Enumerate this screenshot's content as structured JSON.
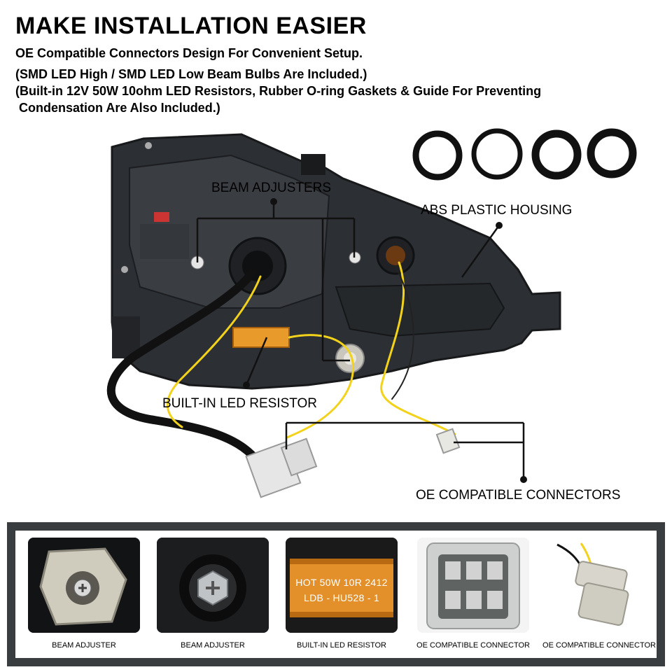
{
  "header": {
    "title": "MAKE INSTALLATION EASIER",
    "line1": "OE Compatible Connectors Design For Convenient Setup.",
    "line2": "(SMD LED High / SMD LED Low Beam Bulbs Are Included.)",
    "line3": "(Built-in 12V 50W 10ohm LED Resistors, Rubber O-ring Gaskets & Guide For Preventing",
    "line4": " Condensation Are Also Included.)"
  },
  "callouts": {
    "beam_adjusters": "BEAM ADJUSTERS",
    "abs_housing": "ABS PLASTIC HOUSING",
    "led_resistor": "BUILT-IN LED RESISTOR",
    "oe_connectors": "OE COMPATIBLE CONNECTORS"
  },
  "thumbnails": [
    {
      "caption": "BEAM ADJUSTER",
      "icon": "beam-adjuster"
    },
    {
      "caption": "BEAM ADJUSTER",
      "icon": "beam-adjuster-bolt"
    },
    {
      "caption": "BUILT-IN LED RESISTOR",
      "icon": "resistor",
      "print_line1": "HOT 50W 10R 2412",
      "print_line2": "LDB - HU528 - 1"
    },
    {
      "caption": "OE COMPATIBLE CONNECTOR",
      "icon": "connector-plug"
    },
    {
      "caption": "OE COMPATIBLE CONNECTOR",
      "icon": "bulb-socket"
    }
  ],
  "colors": {
    "housing": "#2c2f33",
    "wire_yellow": "#f2d21a",
    "resistor_orange": "#e89a2a",
    "panel_frame": "#3a3d40",
    "gasket": "#111111"
  }
}
